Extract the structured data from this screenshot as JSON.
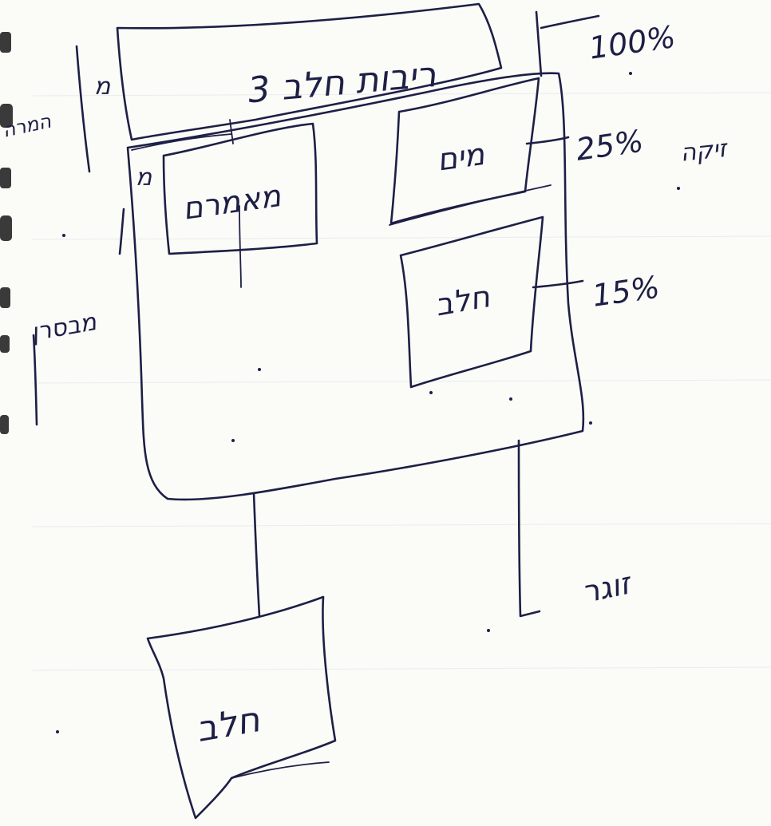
{
  "diagram": {
    "top_box_label": "3 ריבות חלב",
    "box_left_label": "מאמרם",
    "box_right_top_label": "מים",
    "box_right_mid_label": "חלב",
    "bottom_box_label": "חלב",
    "pct_top": "100%",
    "pct_mid": "25%",
    "pct_low": "15%",
    "right_word": "זיקה",
    "left_word_top": "המרה",
    "left_word_bottom": "מבסרן",
    "left_letter_top": "מ",
    "left_letter_box": "מ",
    "bottom_right_label": "זוגר"
  }
}
